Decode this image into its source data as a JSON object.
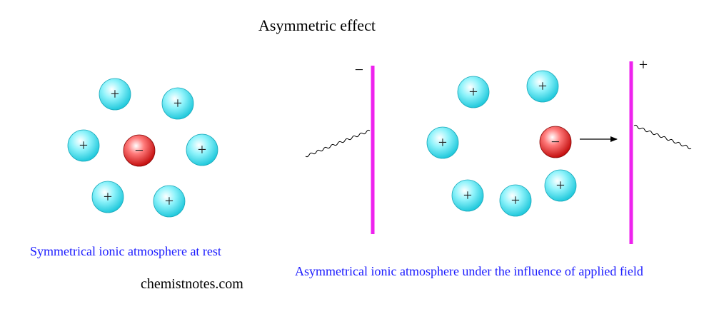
{
  "title": "Asymmetric effect",
  "caption_left": "Symmetrical ionic atmosphere at rest",
  "caption_right": "Asymmetrical ionic atmosphere under the influence of applied field",
  "watermark": "chemistnotes.com",
  "plus_sign": "+",
  "minus_sign": "−",
  "electrode_negative_label": "−",
  "electrode_positive_label": "+",
  "colors": {
    "cation": "#5fe6f2",
    "anion": "#e02a2a",
    "electrode": "#ee22ee",
    "caption": "#1a1aff",
    "text": "#000000"
  }
}
